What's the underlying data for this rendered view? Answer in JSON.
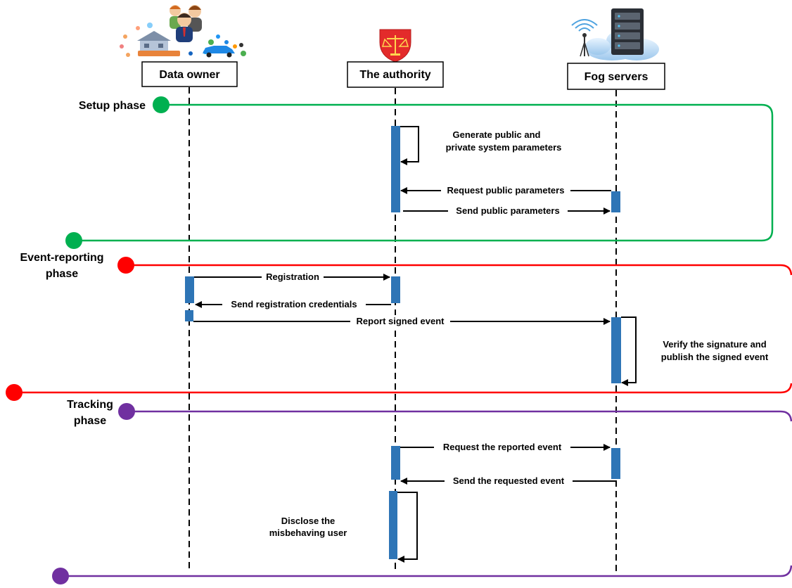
{
  "actors": [
    {
      "id": "owner",
      "label": "Data owner",
      "icon": "data-owner-icon"
    },
    {
      "id": "authority",
      "label": "The authority",
      "icon": "authority-shield-icon"
    },
    {
      "id": "fog",
      "label": "Fog servers",
      "icon": "fog-server-icon"
    }
  ],
  "phases": [
    {
      "id": "setup",
      "lines": [
        "Setup phase"
      ],
      "color": "#00b050"
    },
    {
      "id": "event",
      "lines": [
        "Event-reporting",
        "phase"
      ],
      "color": "#ff0000"
    },
    {
      "id": "tracking",
      "lines": [
        "Tracking",
        "phase"
      ],
      "color": "#7030a0"
    }
  ],
  "messages": [
    {
      "id": "gen",
      "lines": [
        "Generate public and",
        "private system parameters"
      ]
    },
    {
      "id": "req-pub",
      "lines": [
        "Request public parameters"
      ]
    },
    {
      "id": "send-pub",
      "lines": [
        "Send public parameters"
      ]
    },
    {
      "id": "registration",
      "lines": [
        "Registration"
      ]
    },
    {
      "id": "send-cred",
      "lines": [
        "Send registration credentials"
      ]
    },
    {
      "id": "report",
      "lines": [
        "Report signed event"
      ]
    },
    {
      "id": "verify",
      "lines": [
        "Verify the signature and",
        "publish the signed event"
      ]
    },
    {
      "id": "req-event",
      "lines": [
        "Request the reported event"
      ]
    },
    {
      "id": "send-event",
      "lines": [
        "Send the requested event"
      ]
    },
    {
      "id": "disclose",
      "lines": [
        "Disclose the",
        "misbehaving user"
      ]
    }
  ],
  "colors": {
    "activation": "#2e75b6",
    "lifeline": "#000000",
    "arrow": "#000000"
  }
}
